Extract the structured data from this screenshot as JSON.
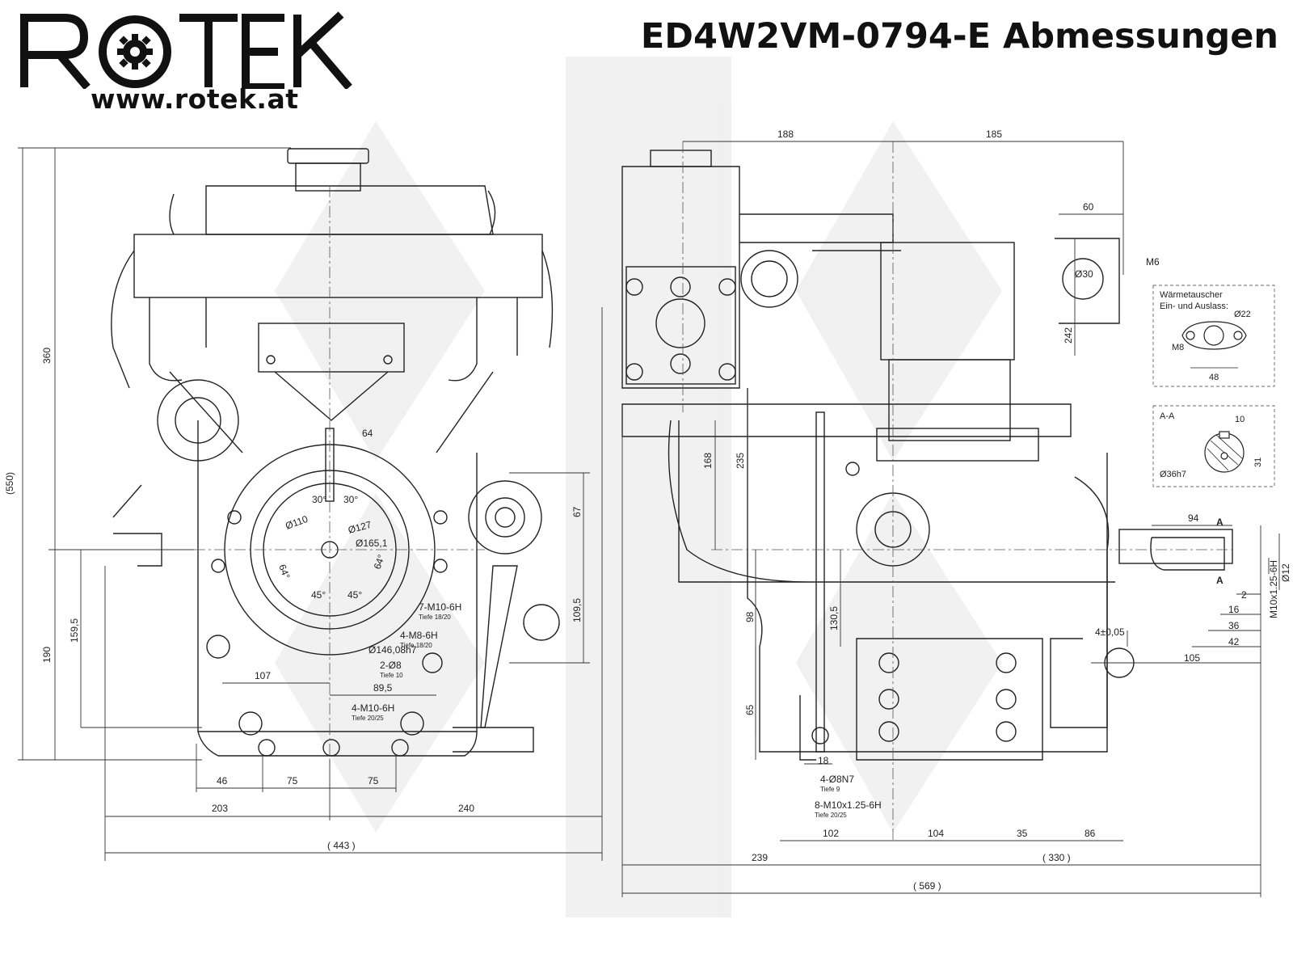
{
  "brand": {
    "name": "ROTEK",
    "url": "www.rotek.at"
  },
  "title": "ED4W2VM-0794-E Abmessungen",
  "front_view": {
    "dims": {
      "total_height": "(550)",
      "upper": "360",
      "lower": "190",
      "mount_height": "159,5",
      "right_67": "67",
      "right_109_5": "109,5",
      "d107": "107",
      "d89_5": "89,5",
      "d46": "46",
      "d75a": "75",
      "d75b": "75",
      "d203": "203",
      "d240": "240",
      "width_total": "( 443 )",
      "d64": "64"
    },
    "labels": {
      "dia110": "Ø110",
      "dia127": "Ø127",
      "dia165": "Ø165,1",
      "dia146": "Ø146,08h7",
      "ang30a": "30°",
      "ang30b": "30°",
      "ang45a": "45°",
      "ang45b": "45°",
      "ang64a": "64°",
      "ang64b": "64°",
      "thread1": "7-M10-6H",
      "thread1_depth": "Tiefe 18/20",
      "thread2": "4-M8-6H",
      "thread2_depth": "Tiefe 18/20",
      "pin": "2-Ø8",
      "pin_depth": "Tiefe 10",
      "thread3": "4-M10-6H",
      "thread3_depth": "Tiefe 20/25"
    }
  },
  "side_view": {
    "dims": {
      "d188": "188",
      "d185": "185",
      "d60": "60",
      "d242": "242",
      "m6": "M6",
      "dia30": "Ø30",
      "d168": "168",
      "d235": "235",
      "d98": "98",
      "d130_5": "130,5",
      "d65": "65",
      "d18": "18",
      "d102": "102",
      "d104": "104",
      "d35": "35",
      "d86": "86",
      "d239": "239",
      "d330": "( 330 )",
      "total_length": "( 569 )",
      "d94": "94",
      "d2": "2",
      "d16": "16",
      "d36": "36",
      "d42": "42",
      "d105": "105",
      "tol4": "4±0,05",
      "m10": "M10x1.25-6H",
      "dia12": "Ø12",
      "section_a1": "A",
      "section_a2": "A"
    },
    "labels": {
      "holes1": "4-Ø8N7",
      "holes1_depth": "Tiefe 9",
      "holes2": "8-M10x1.25-6H",
      "holes2_depth": "Tiefe 20/25"
    }
  },
  "heat_exchanger_box": {
    "title_1": "Wärmetauscher",
    "title_2": "Ein- und Auslass:",
    "m8": "M8",
    "dia22": "Ø22",
    "d48": "48"
  },
  "section_box": {
    "title": "A-A",
    "d10": "10",
    "d31": "31",
    "dia36": "Ø36h7"
  }
}
